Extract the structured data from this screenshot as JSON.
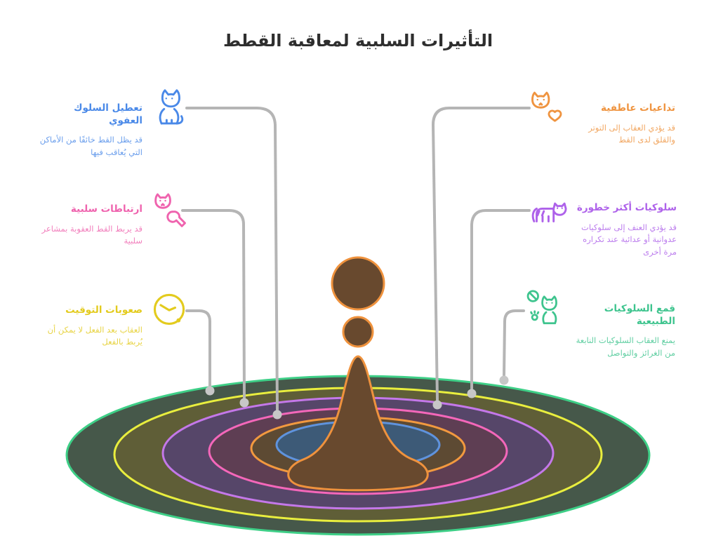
{
  "title": {
    "text": "التأثيرات السلبية لمعاقبة القطط",
    "color": "#2e2e2e"
  },
  "callouts": {
    "left": [
      {
        "heading": "تعطيل السلوك العفوي",
        "body": "قد يظل القط خائفًا من الأماكن التي يُعاقب فيها",
        "color": "#4a89e8",
        "icon": "cat-sitting-icon"
      },
      {
        "heading": "ارتباطات سلبية",
        "body": "قد يربط القط العقوبة بمشاعر سلبية",
        "color": "#ef63ae",
        "icon": "cat-wrench-icon"
      },
      {
        "heading": "صعوبات التوقيت",
        "body": "العقاب بعد الفعل لا يمكن أن يُربط بالفعل",
        "color": "#e3cb1e",
        "icon": "clock-icon"
      }
    ],
    "right": [
      {
        "heading": "تداعيات عاطفية",
        "body": "قد يؤدي العقاب إلى التوتر والقلق لدى القط",
        "color": "#ef9440",
        "icon": "cat-heart-icon"
      },
      {
        "heading": "سلوكيات أكثر خطورة",
        "body": "قد يؤدي العنف إلى سلوكيات عدوانية أو عدائية عند تكراره مرة أخرى",
        "color": "#ae62ea",
        "icon": "cat-walking-icon"
      },
      {
        "heading": "قمع السلوكيات الطبيعية",
        "body": "يمنع العقاب السلوكيات النابعة من الغرائز والتواصل",
        "color": "#3ec48e",
        "icon": "cat-prohibition-icon"
      }
    ]
  },
  "diagram": {
    "splash": {
      "fill": "#68492e",
      "stroke": "#ef923d"
    },
    "rings": [
      {
        "name": "green",
        "stroke": "#3ecf87",
        "fill": "#46584a"
      },
      {
        "name": "yellow",
        "stroke": "#e9ee3e",
        "fill": "#5f5e37"
      },
      {
        "name": "violet",
        "stroke": "#c478e9",
        "fill": "#564669"
      },
      {
        "name": "pink",
        "stroke": "#f467ba",
        "fill": "#5e3e53"
      },
      {
        "name": "orange",
        "stroke": "#f2993f",
        "fill": "#5d4a33"
      },
      {
        "name": "blue",
        "stroke": "#5f93dd",
        "fill": "#3d5a77"
      }
    ],
    "connector_color": "#b5b5b5",
    "dot_color": "#c7c7c7"
  }
}
